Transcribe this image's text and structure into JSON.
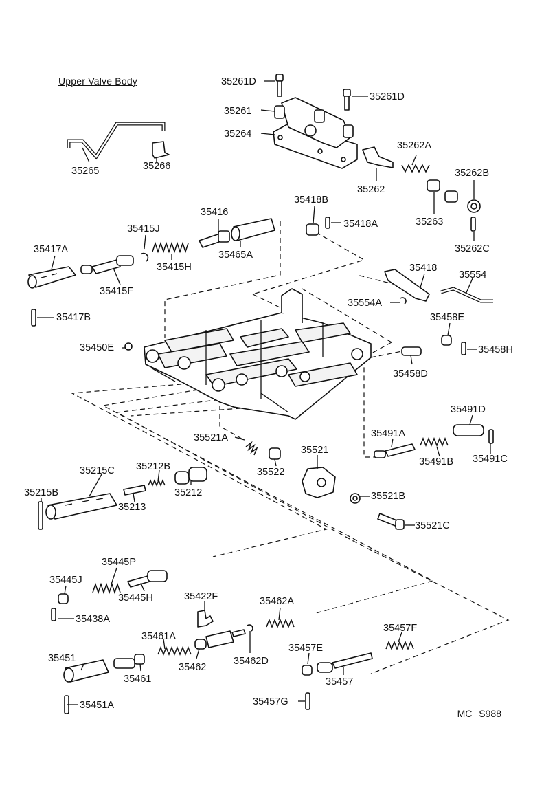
{
  "header": {
    "title": "Upper Valve Body"
  },
  "footer": {
    "code": "MC  S988"
  },
  "labels": {
    "p35261D_a": "35261D",
    "p35261D_b": "35261D",
    "p35261": "35261",
    "p35264": "35264",
    "p35265": "35265",
    "p35266": "35266",
    "p35262A": "35262A",
    "p35262": "35262",
    "p35262B": "35262B",
    "p35263": "35263",
    "p35262C": "35262C",
    "p35418B": "35418B",
    "p35418A": "35418A",
    "p35416": "35416",
    "p35415J": "35415J",
    "p35417A": "35417A",
    "p35465A": "35465A",
    "p35415H": "35415H",
    "p35415F": "35415F",
    "p35418": "35418",
    "p35554": "35554",
    "p35554A": "35554A",
    "p35417B": "35417B",
    "p35458E": "35458E",
    "p35450E": "35450E",
    "p35458H": "35458H",
    "p35458D": "35458D",
    "p35491D": "35491D",
    "p35521A": "35521A",
    "p35491A": "35491A",
    "p35521": "35521",
    "p35491B": "35491B",
    "p35491C": "35491C",
    "p35522": "35522",
    "p35215C": "35215C",
    "p35212B": "35212B",
    "p35215B": "35215B",
    "p35212": "35212",
    "p35213": "35213",
    "p35521B": "35521B",
    "p35521C": "35521C",
    "p35445P": "35445P",
    "p35445J": "35445J",
    "p35445H": "35445H",
    "p35438A": "35438A",
    "p35422F": "35422F",
    "p35462A": "35462A",
    "p35457F": "35457F",
    "p35461A": "35461A",
    "p35457E": "35457E",
    "p35451": "35451",
    "p35462": "35462",
    "p35462D": "35462D",
    "p35461": "35461",
    "p35457": "35457",
    "p35451A": "35451A",
    "p35457G": "35457G"
  }
}
